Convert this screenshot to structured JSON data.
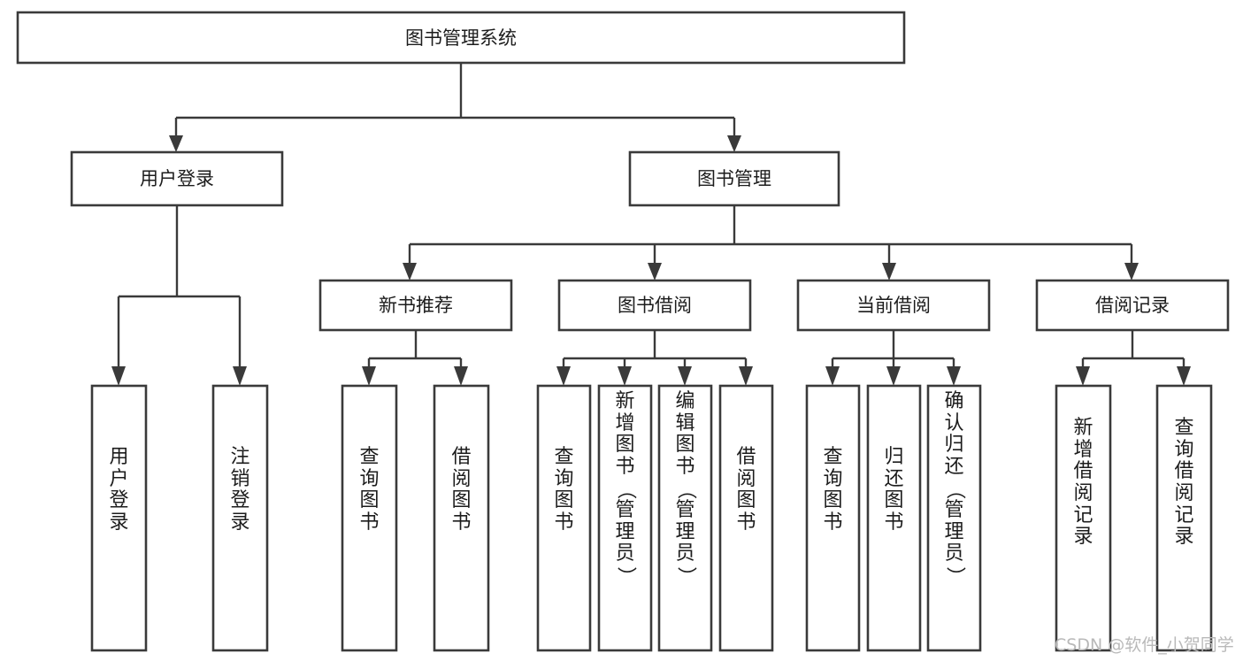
{
  "diagram": {
    "type": "tree-hierarchy",
    "title": "图书管理系统",
    "background_color": "#ffffff",
    "line_color": "#3a3a3a",
    "text_color": "#1c1c1c",
    "root": {
      "label": "图书管理系统",
      "level": 1
    },
    "level2": [
      {
        "label": "用户登录"
      },
      {
        "label": "图书管理"
      }
    ],
    "level3": [
      {
        "label": "新书推荐"
      },
      {
        "label": "图书借阅"
      },
      {
        "label": "当前借阅"
      },
      {
        "label": "借阅记录"
      }
    ],
    "leaves": {
      "user_login": [
        {
          "label": "用户登录",
          "chars": [
            "用",
            "户",
            "登",
            "录"
          ]
        },
        {
          "label": "注销登录",
          "chars": [
            "注",
            "销",
            "登",
            "录"
          ]
        }
      ],
      "new_book_recommend": [
        {
          "label": "查询图书",
          "chars": [
            "查",
            "询",
            "图",
            "书"
          ]
        },
        {
          "label": "借阅图书",
          "chars": [
            "借",
            "阅",
            "图",
            "书"
          ]
        }
      ],
      "book_borrow": [
        {
          "label": "查询图书",
          "chars": [
            "查",
            "询",
            "图",
            "书"
          ]
        },
        {
          "label": "新增图书（管理员）",
          "chars": [
            "新",
            "增",
            "图",
            "书",
            "（",
            "管",
            "理",
            "员",
            "）"
          ]
        },
        {
          "label": "编辑图书（管理员）",
          "chars": [
            "编",
            "辑",
            "图",
            "书",
            "（",
            "管",
            "理",
            "员",
            "）"
          ]
        },
        {
          "label": "借阅图书",
          "chars": [
            "借",
            "阅",
            "图",
            "书"
          ]
        }
      ],
      "current_borrow": [
        {
          "label": "查询图书",
          "chars": [
            "查",
            "询",
            "图",
            "书"
          ]
        },
        {
          "label": "归还图书",
          "chars": [
            "归",
            "还",
            "图",
            "书"
          ]
        },
        {
          "label": "确认归还（管理员）",
          "chars": [
            "确",
            "认",
            "归",
            "还",
            "（",
            "管",
            "理",
            "员",
            "）"
          ]
        }
      ],
      "borrow_record": [
        {
          "label": "新增借阅记录",
          "chars": [
            "新",
            "增",
            "借",
            "阅",
            "记",
            "录"
          ]
        },
        {
          "label": "查询借阅记录",
          "chars": [
            "查",
            "询",
            "借",
            "阅",
            "记",
            "录"
          ]
        }
      ]
    }
  },
  "watermark": {
    "text": "CSDN @软件_小贺同学"
  }
}
